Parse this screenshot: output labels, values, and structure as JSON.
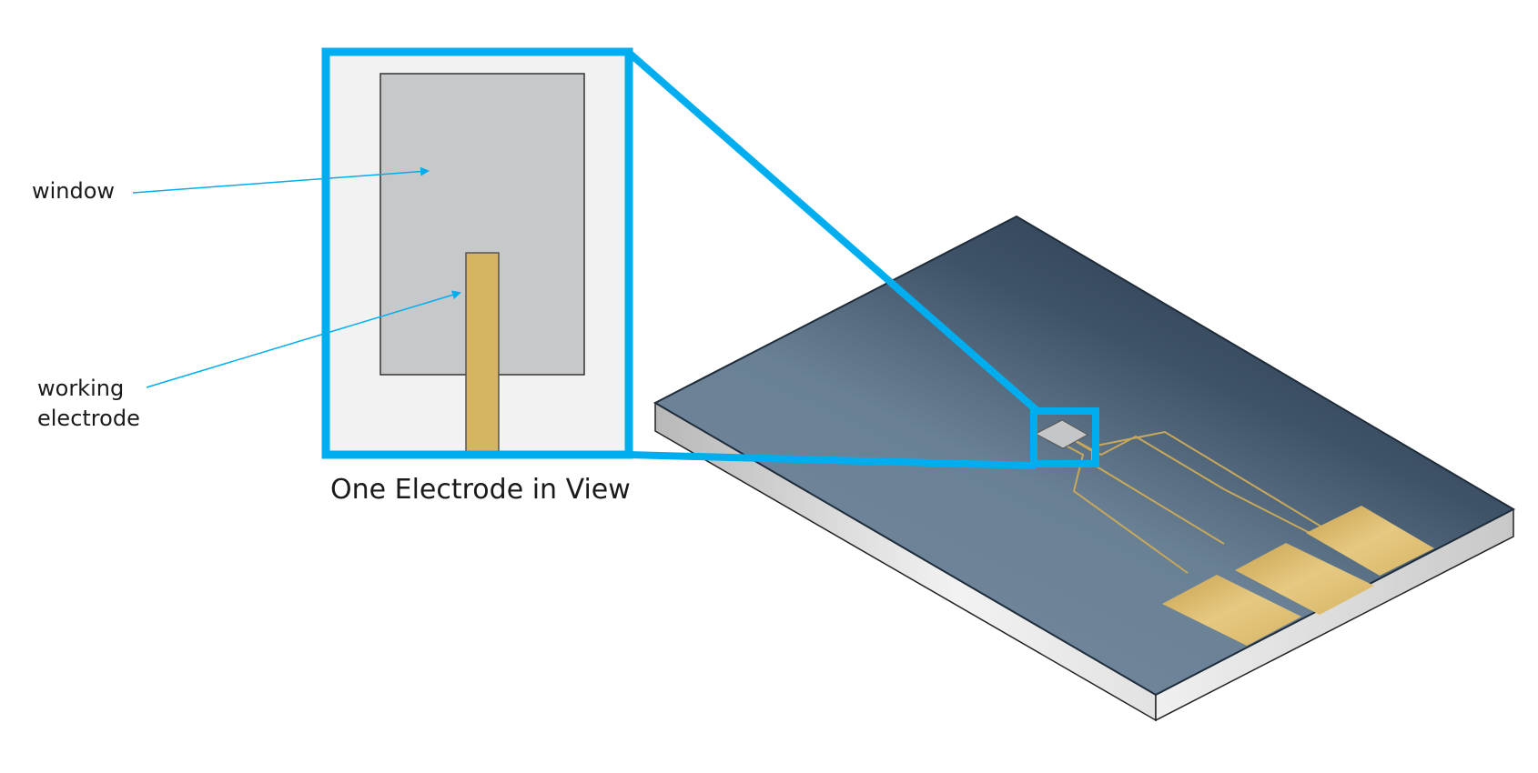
{
  "labels": {
    "window": "window",
    "working_line1": "working",
    "working_line2": "electrode",
    "caption": "One Electrode in View"
  },
  "colors": {
    "highlight": "#00aeef",
    "chip_top_dark": "#2f4257",
    "chip_top_light": "#6b8297",
    "chip_side": "#e6e6e6",
    "electrode_gold": "#d6b461",
    "window_gray": "#c7c8ca",
    "inset_background": "#f2f2f2"
  }
}
